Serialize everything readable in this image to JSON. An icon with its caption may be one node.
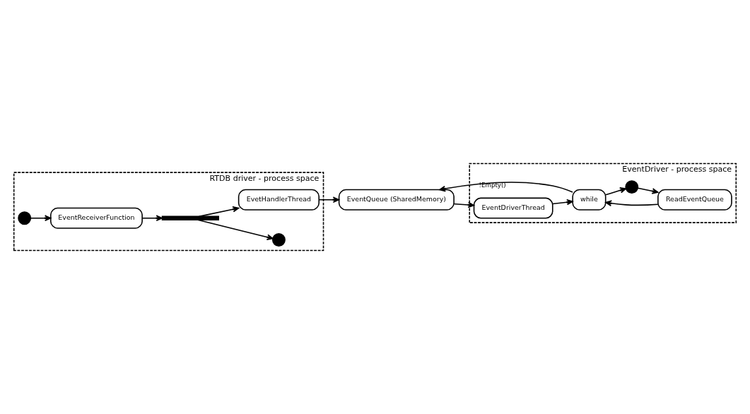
{
  "diagram": {
    "nodes": [
      {
        "text": [
          "RTDB driver - process space"
        ]
      },
      {
        "text": [
          "EventDriver - process space"
        ]
      },
      {
        "text": [],
        "shape": "circle",
        "in": 0
      },
      {
        "text": [
          "EventReceiverFunction"
        ],
        "in": 0
      },
      {
        "text": [],
        "shape": "bar",
        "in": 0
      },
      {
        "text": [],
        "shape": "circle",
        "in": 0
      },
      {
        "text": [
          "EvetHandlerThread"
        ],
        "in": 0
      },
      {
        "text": [
          "EventQueue (SharedMemory)"
        ]
      },
      {
        "text": [],
        "shape": "circle",
        "in": 1
      },
      {
        "text": [
          "ReadEventQueue"
        ],
        "in": 1
      },
      {
        "text": [
          "while"
        ],
        "in": 1
      },
      {
        "text": [
          "EventDriverThread"
        ],
        "in": 1
      }
    ],
    "edges": [
      {
        "from": 2,
        "to": 3,
        "arrow": "to"
      },
      {
        "from": 3,
        "to": 4,
        "arrow": "to"
      },
      {
        "from": 4,
        "to": 5,
        "arrow": "to"
      },
      {
        "from": 4,
        "to": 6,
        "arrow": "to"
      },
      {
        "from": 6,
        "to": 7,
        "arrow": "to"
      },
      {
        "from": 10,
        "to": 7,
        "arrow": "to",
        "label": "!Empty()"
      },
      {
        "from": 7,
        "to": 11,
        "arrow": "to"
      },
      {
        "from": 11,
        "to": 10,
        "arrow": "to"
      },
      {
        "from": 9,
        "to": 10,
        "arrow": "to"
      },
      {
        "from": 8,
        "to": 9,
        "arrow": "to"
      },
      {
        "from": 10,
        "to": 8,
        "arrow": "to"
      }
    ]
  }
}
